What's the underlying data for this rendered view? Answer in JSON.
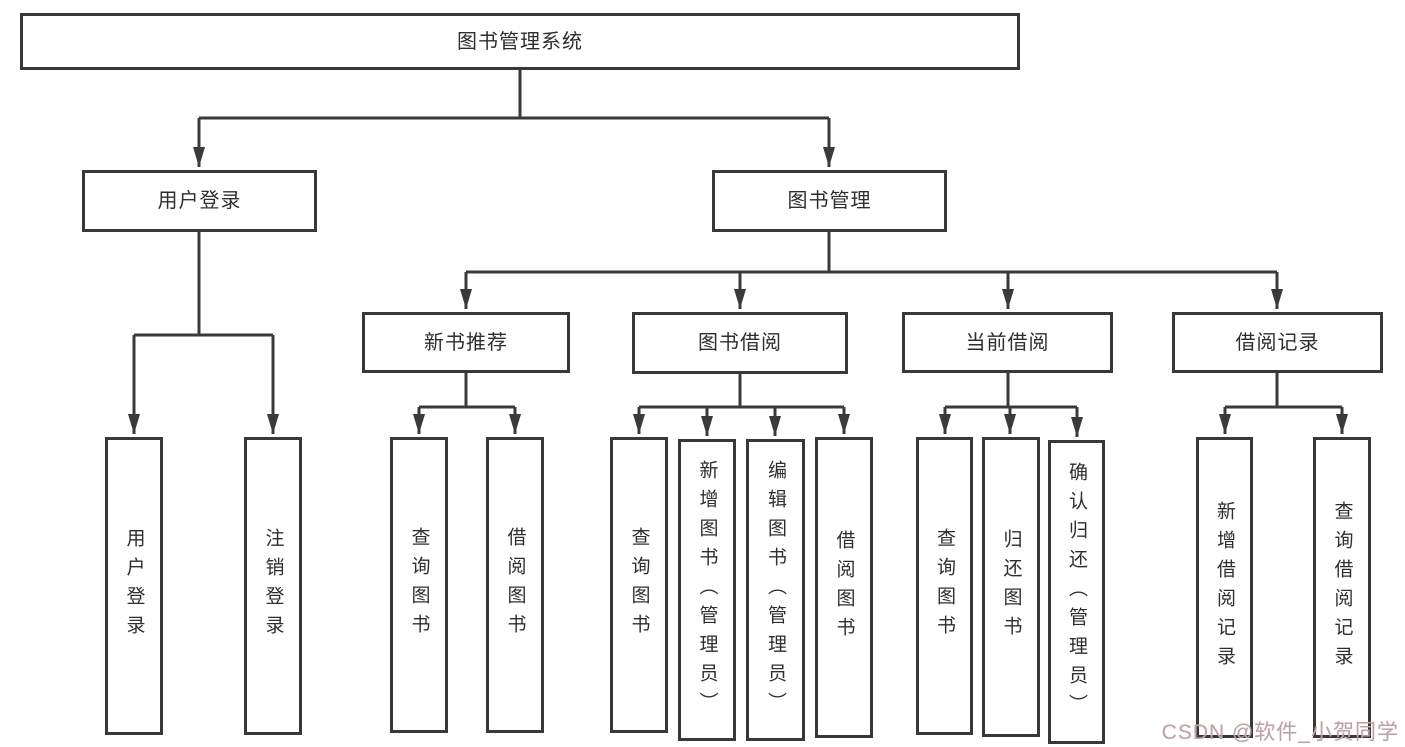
{
  "tree": {
    "root": "图书管理系统",
    "level2": [
      {
        "label": "用户登录",
        "children": [
          "用户登录",
          "注销登录"
        ]
      },
      {
        "label": "图书管理",
        "groups": [
          {
            "label": "新书推荐",
            "children": [
              "查询图书",
              "借阅图书"
            ]
          },
          {
            "label": "图书借阅",
            "children": [
              "查询图书",
              "新增图书（管理员）",
              "编辑图书（管理员）",
              "借阅图书"
            ]
          },
          {
            "label": "当前借阅",
            "children": [
              "查询图书",
              "归还图书",
              "确认归还（管理员）"
            ]
          },
          {
            "label": "借阅记录",
            "children": [
              "新增借阅记录",
              "查询借阅记录"
            ]
          }
        ]
      }
    ]
  },
  "watermark": {
    "text": "CSDN @软件_小贺同学"
  },
  "colors": {
    "line": "#3a3a3a",
    "box_border": "#383838",
    "box_fill": "#ffffff",
    "watermark": "#bda3a3"
  }
}
